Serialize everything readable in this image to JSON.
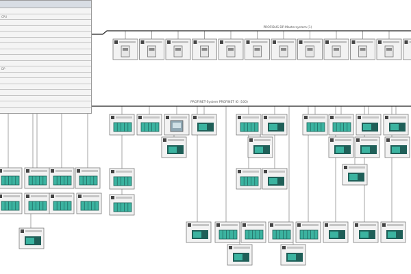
{
  "diagram": {
    "top_bus_label": "PROFIBUS DP-Mastersystem (1)",
    "main_bus_label": "PROFINET-System PROFINET IO (100)",
    "cpu_panel_rows": [
      "",
      "CPU",
      "",
      "",
      "",
      "",
      "",
      "",
      "",
      "",
      "DP",
      "",
      "",
      "",
      "",
      "",
      ""
    ],
    "colors": {
      "bus": "#222222",
      "wire": "#9a9a9a",
      "module_teal": "#3bb3a0",
      "module_dark": "#1f5f58",
      "device_border": "#7a7a7a",
      "device_bg": "#f2f2f2"
    }
  }
}
